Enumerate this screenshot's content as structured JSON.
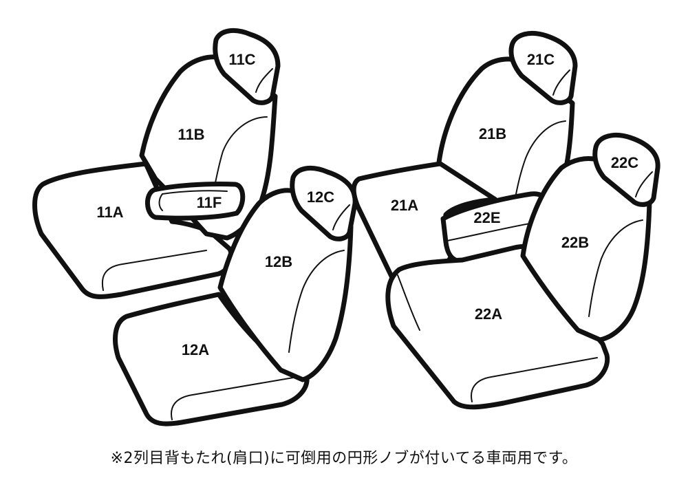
{
  "labels": {
    "s11a": "11A",
    "s11b": "11B",
    "s11c": "11C",
    "s11f": "11F",
    "s12a": "12A",
    "s12b": "12B",
    "s12c": "12C",
    "s21a": "21A",
    "s21b": "21B",
    "s21c": "21C",
    "s22a": "22A",
    "s22b": "22B",
    "s22c": "22C",
    "s22e": "22E"
  },
  "note": "※2列目背もたれ(肩口)に可倒用の円形ノブが付いてる車両用です。"
}
